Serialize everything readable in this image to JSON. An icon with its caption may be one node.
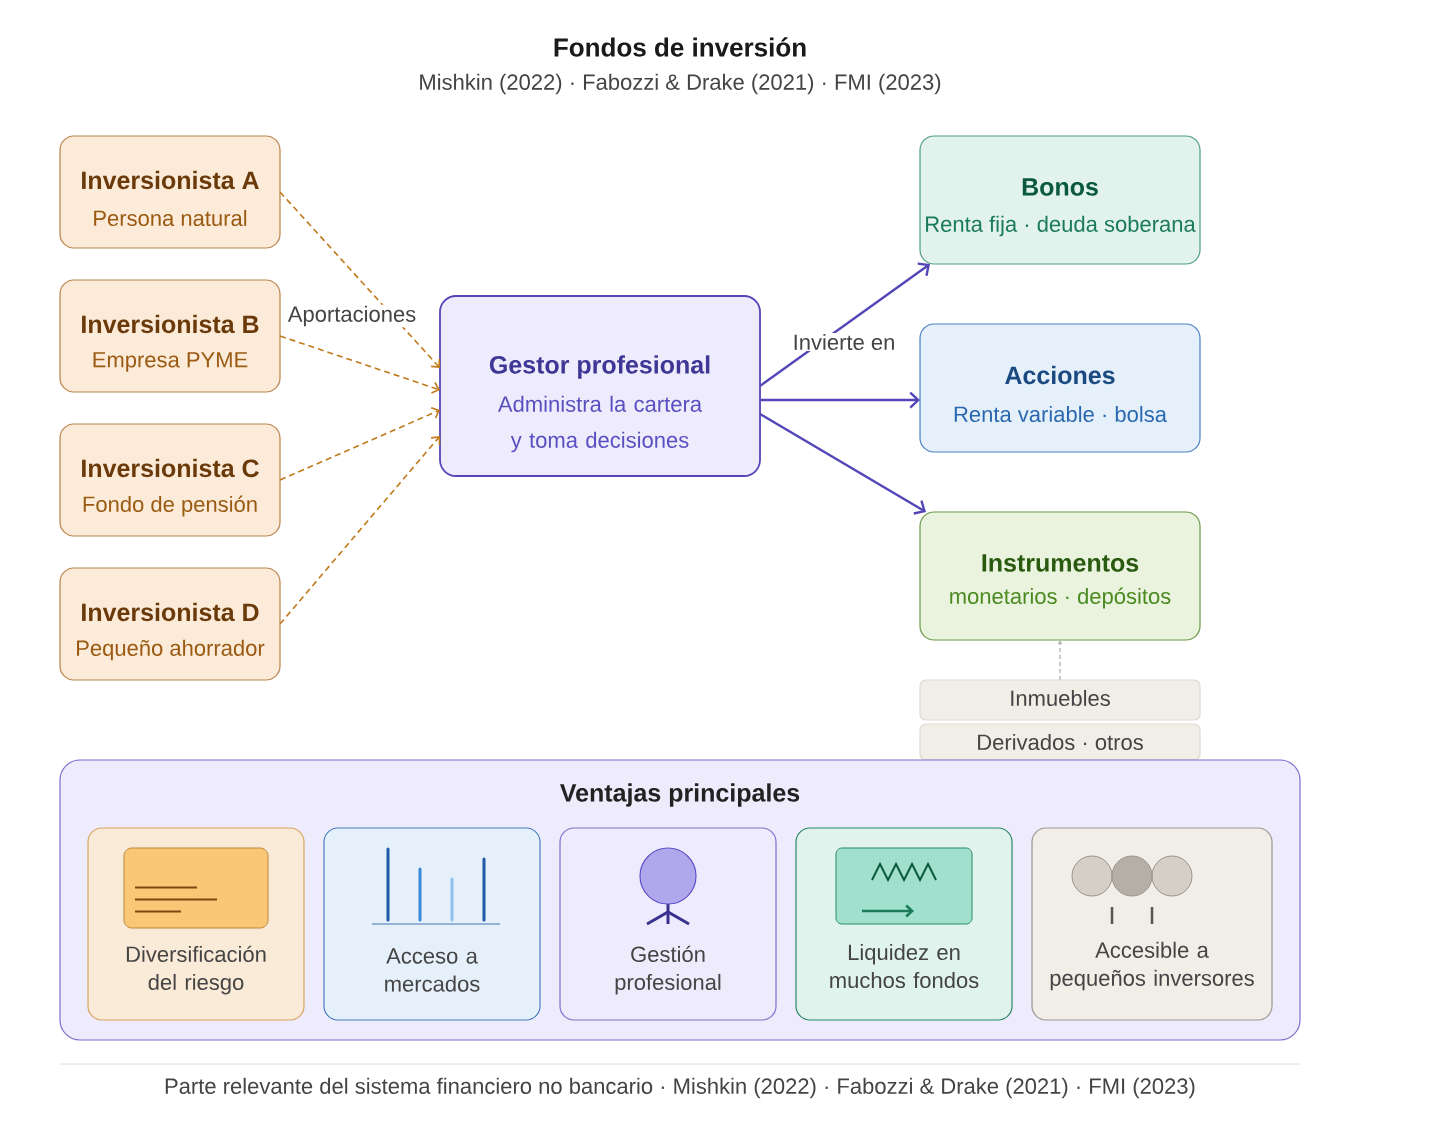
{
  "diagram": {
    "title": "Fondos de inversión",
    "caption": "Parte relevante del sistema financiero no bancario · Mishkin (2022) · Fabozzi & Drake (2021) · FMI (2023)",
    "nodes": [
      {
        "text": [
          "Inversionista A",
          "Persona natural"
        ]
      },
      {
        "text": [
          "Inversionista B",
          "Empresa PYME"
        ]
      },
      {
        "text": [
          "Inversionista C",
          "Fondo de pensión"
        ]
      },
      {
        "text": [
          "Inversionista D",
          "Pequeño ahorrador"
        ]
      },
      {
        "text": [
          "Gestor profesional",
          "Administra la cartera y toma decisiones"
        ]
      },
      {
        "text": [
          "Bonos",
          "Renta fija · deuda soberana"
        ]
      },
      {
        "text": [
          "Acciones",
          "Renta variable · bolsa"
        ]
      },
      {
        "text": [
          "Instrumentos",
          "monetarios · depósitos"
        ]
      },
      {
        "text": [
          "Inmuebles"
        ]
      },
      {
        "text": [
          "Derivados · otros"
        ]
      },
      {
        "text": [
          "Ventajas principales"
        ]
      },
      {
        "text": [
          "Diversificación del riesgo"
        ],
        "in": 10
      },
      {
        "text": [
          "Acceso a mercados"
        ],
        "in": 10
      },
      {
        "text": [
          "Gestión profesional"
        ],
        "in": 10
      },
      {
        "text": [
          "Liquidez en muchos fondos"
        ],
        "in": 10
      },
      {
        "text": [
          "Accesible a pequeños inversores"
        ],
        "in": 10
      }
    ],
    "edges": [
      {
        "from": 0,
        "to": 4,
        "arrow": "to",
        "style": "dashed",
        "color": "#c07a1a",
        "label": "Aportaciones"
      },
      {
        "from": 1,
        "to": 4,
        "arrow": "to",
        "style": "dashed",
        "color": "#c07a1a"
      },
      {
        "from": 2,
        "to": 4,
        "arrow": "to",
        "style": "dashed",
        "color": "#c07a1a"
      },
      {
        "from": 3,
        "to": 4,
        "arrow": "to",
        "style": "dashed",
        "color": "#c07a1a"
      },
      {
        "from": 4,
        "to": 5,
        "arrow": "to",
        "color": "#5346b8",
        "label": "Invierte en"
      },
      {
        "from": 4,
        "to": 6,
        "arrow": "to",
        "color": "#5346b8"
      },
      {
        "from": 4,
        "to": 7,
        "arrow": "to",
        "color": "#5346b8"
      },
      {
        "from": 8,
        "to": 7,
        "arrow": "to",
        "style": "dashed",
        "color": "#aaaaaa"
      }
    ],
    "labels": [
      "Mishkin (2022) · Fabozzi & Drake (2021) · FMI (2023)"
    ]
  }
}
